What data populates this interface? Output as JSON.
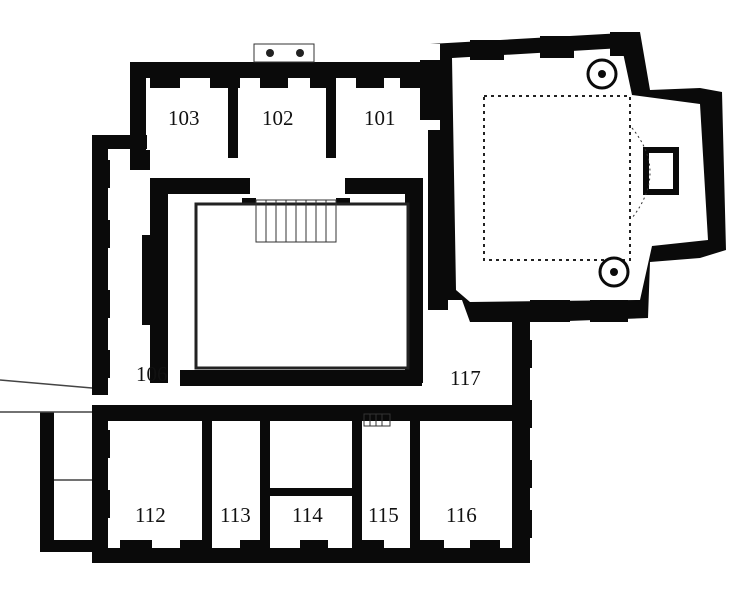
{
  "plan": {
    "wall_color": "#0a0a0a",
    "thin_line_color": "#444444",
    "background": "#ffffff",
    "rooms": [
      {
        "id": "101",
        "label": "101"
      },
      {
        "id": "102",
        "label": "102"
      },
      {
        "id": "103",
        "label": "103"
      },
      {
        "id": "106",
        "label": "106"
      },
      {
        "id": "112",
        "label": "112"
      },
      {
        "id": "113",
        "label": "113"
      },
      {
        "id": "114",
        "label": "114"
      },
      {
        "id": "115",
        "label": "115"
      },
      {
        "id": "116",
        "label": "116"
      },
      {
        "id": "117",
        "label": "117"
      }
    ]
  }
}
